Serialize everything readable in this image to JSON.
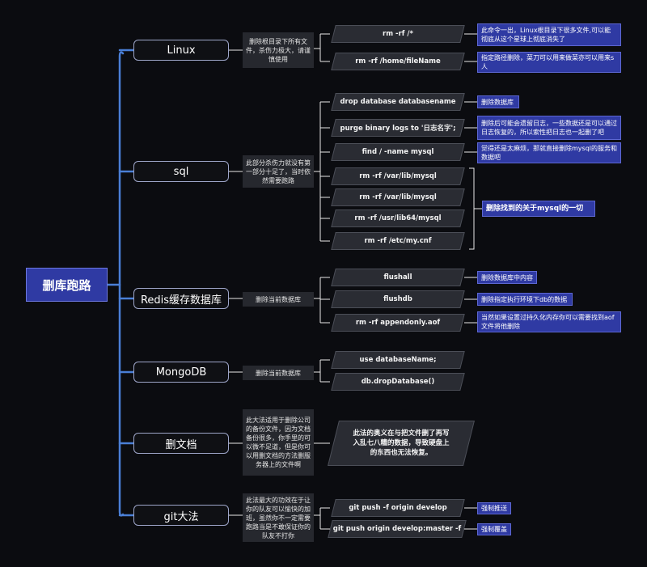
{
  "root": {
    "label": "删库跑路"
  },
  "categories": [
    {
      "label": "Linux",
      "note": "删除根目录下所有文件，杀伤力极大，请谨慎使用",
      "commands": [
        {
          "cmd": "rm -rf /*",
          "desc": "此命令一出，Linux根目录下很多文件,可以能彻底从这个星球上彻底消失了"
        },
        {
          "cmd": "rm -rf /home/fileName",
          "desc": "指定路径删除，菜刀可以用来做菜亦可以用来s人"
        }
      ]
    },
    {
      "label": "sql",
      "note": "此部分杀伤力就没有第一部分十足了，当时依然需要跑路",
      "commands": [
        {
          "cmd": "drop database databasename",
          "desc": "删除数据库"
        },
        {
          "cmd": "purge binary logs to '日志名字';",
          "desc": "删除后可能会遗留日志，一些数据还是可以通过日志恢复的，所以索性把日志也一起删了吧"
        },
        {
          "cmd": "find / -name mysql",
          "desc": "觉得还是太麻烦，那就直接删除mysql的服务和数据吧"
        },
        {
          "cmd": "rm -rf /var/lib/mysql",
          "desc": ""
        },
        {
          "cmd": "rm -rf /var/lib/mysql",
          "desc": ""
        },
        {
          "cmd": "rm -rf /usr/lib64/mysql",
          "desc": ""
        },
        {
          "cmd": "rm -rf /etc/my.cnf",
          "desc": ""
        }
      ],
      "group_desc": "删除找到的关于mysql的一切"
    },
    {
      "label": "Redis缓存数据库",
      "note": "删除当前数据库",
      "commands": [
        {
          "cmd": "flushall",
          "desc": "删除数据库中内容"
        },
        {
          "cmd": "flushdb",
          "desc": "删除指定执行环境下db的数据"
        },
        {
          "cmd": "rm -rf appendonly.aof",
          "desc": "当然如果设置过持久化内存你可以需要找到aof文件将他删除"
        }
      ]
    },
    {
      "label": "MongoDB",
      "note": "删除当前数据库",
      "commands": [
        {
          "cmd": "use databaseName;",
          "desc": ""
        },
        {
          "cmd": "db.dropDatabase()",
          "desc": ""
        }
      ]
    },
    {
      "label": "删文档",
      "note": "此大法适用于删除公司的备份文件，因为文档备份很多，你手里的可以微不足道，但是你可以用删文档的方法删服务器上的文件啊",
      "commands": [
        {
          "cmd": "此法的奥义在与把文件删了再写入乱七八糟的数据，导致硬盘上的东西也无法恢复。",
          "desc": ""
        }
      ]
    },
    {
      "label": "git大法",
      "note": "此法最大的功效在于让你的队友可以愉快的加班，虽然你不一定需要跑路当是不敢保证你的队友不打你",
      "commands": [
        {
          "cmd": "git push -f origin develop",
          "desc": "强制推送"
        },
        {
          "cmd": "git push origin develop:master -f",
          "desc": "强制覆盖"
        }
      ]
    }
  ],
  "colors": {
    "background": "#0b0c10",
    "accent": "#2f3aa3",
    "connector": "#4a7fd6",
    "box": "#2a2c33"
  }
}
